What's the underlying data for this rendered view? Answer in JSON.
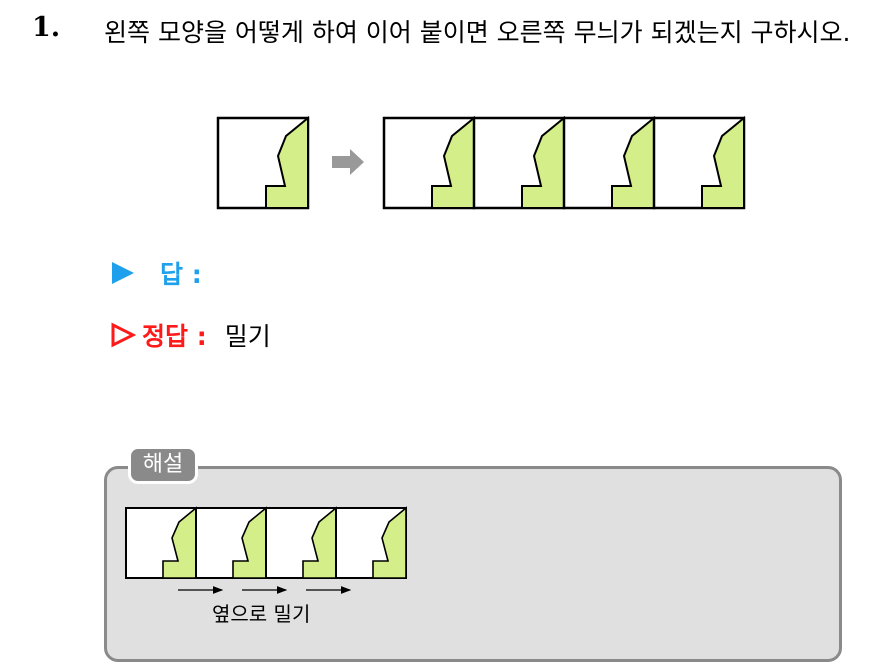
{
  "question": {
    "number": "1.",
    "text": "왼쪽 모양을 어떻게 하여 이어 붙이면 오른쪽 무늬가 되겠는지 구하시오."
  },
  "answer": {
    "label": "답 :",
    "value": ""
  },
  "correct": {
    "label": "정답 :",
    "value": "밀기"
  },
  "explanation": {
    "tab_label": "해설",
    "caption": "옆으로 밀기"
  },
  "colors": {
    "shape_fill": "#d4ee8a",
    "answer_blue": "#1ea0ec",
    "correct_red": "#ff1a1a",
    "panel_gray": "#e0e0e0",
    "panel_border": "#8a8a8a",
    "arrow_gray": "#999999"
  },
  "icons": [
    "right-arrow-icon",
    "filled-triangle-icon",
    "outline-triangle-icon"
  ]
}
